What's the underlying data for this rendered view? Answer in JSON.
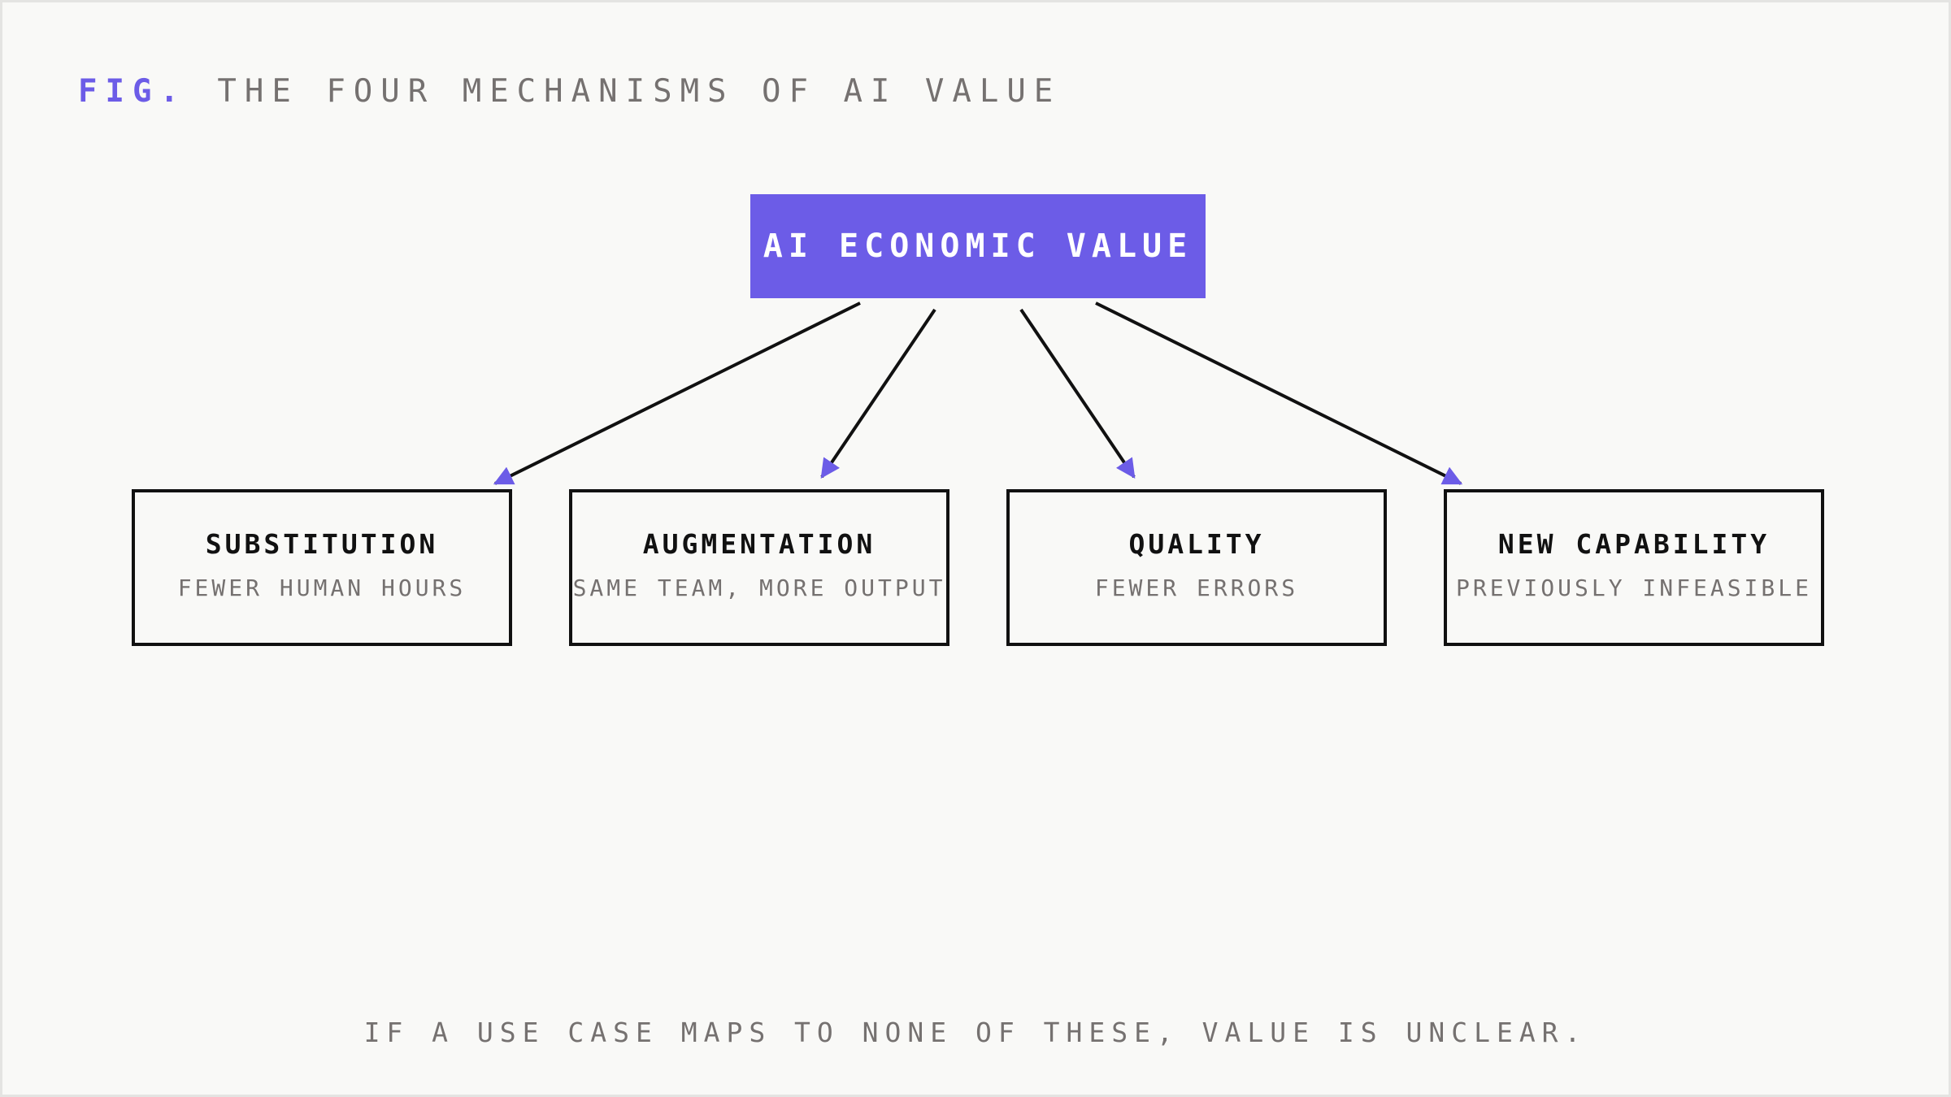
{
  "figure": {
    "prefix": "FIG.",
    "title": "THE FOUR MECHANISMS OF AI VALUE"
  },
  "root": {
    "label": "AI ECONOMIC VALUE"
  },
  "mechanisms": [
    {
      "name": "SUBSTITUTION",
      "description": "FEWER HUMAN HOURS"
    },
    {
      "name": "AUGMENTATION",
      "description": "SAME TEAM, MORE OUTPUT"
    },
    {
      "name": "QUALITY",
      "description": "FEWER ERRORS"
    },
    {
      "name": "NEW CAPABILITY",
      "description": "PREVIOUSLY INFEASIBLE"
    }
  ],
  "footnote": "IF A USE CASE MAPS TO NONE OF THESE, VALUE IS UNCLEAR.",
  "colors": {
    "accent": "#6c5ce7",
    "text_dark": "#111111",
    "text_muted": "#757170",
    "background": "#f9f9f7"
  },
  "icons": {
    "connector_arrowhead": "triangle-arrow-icon"
  }
}
